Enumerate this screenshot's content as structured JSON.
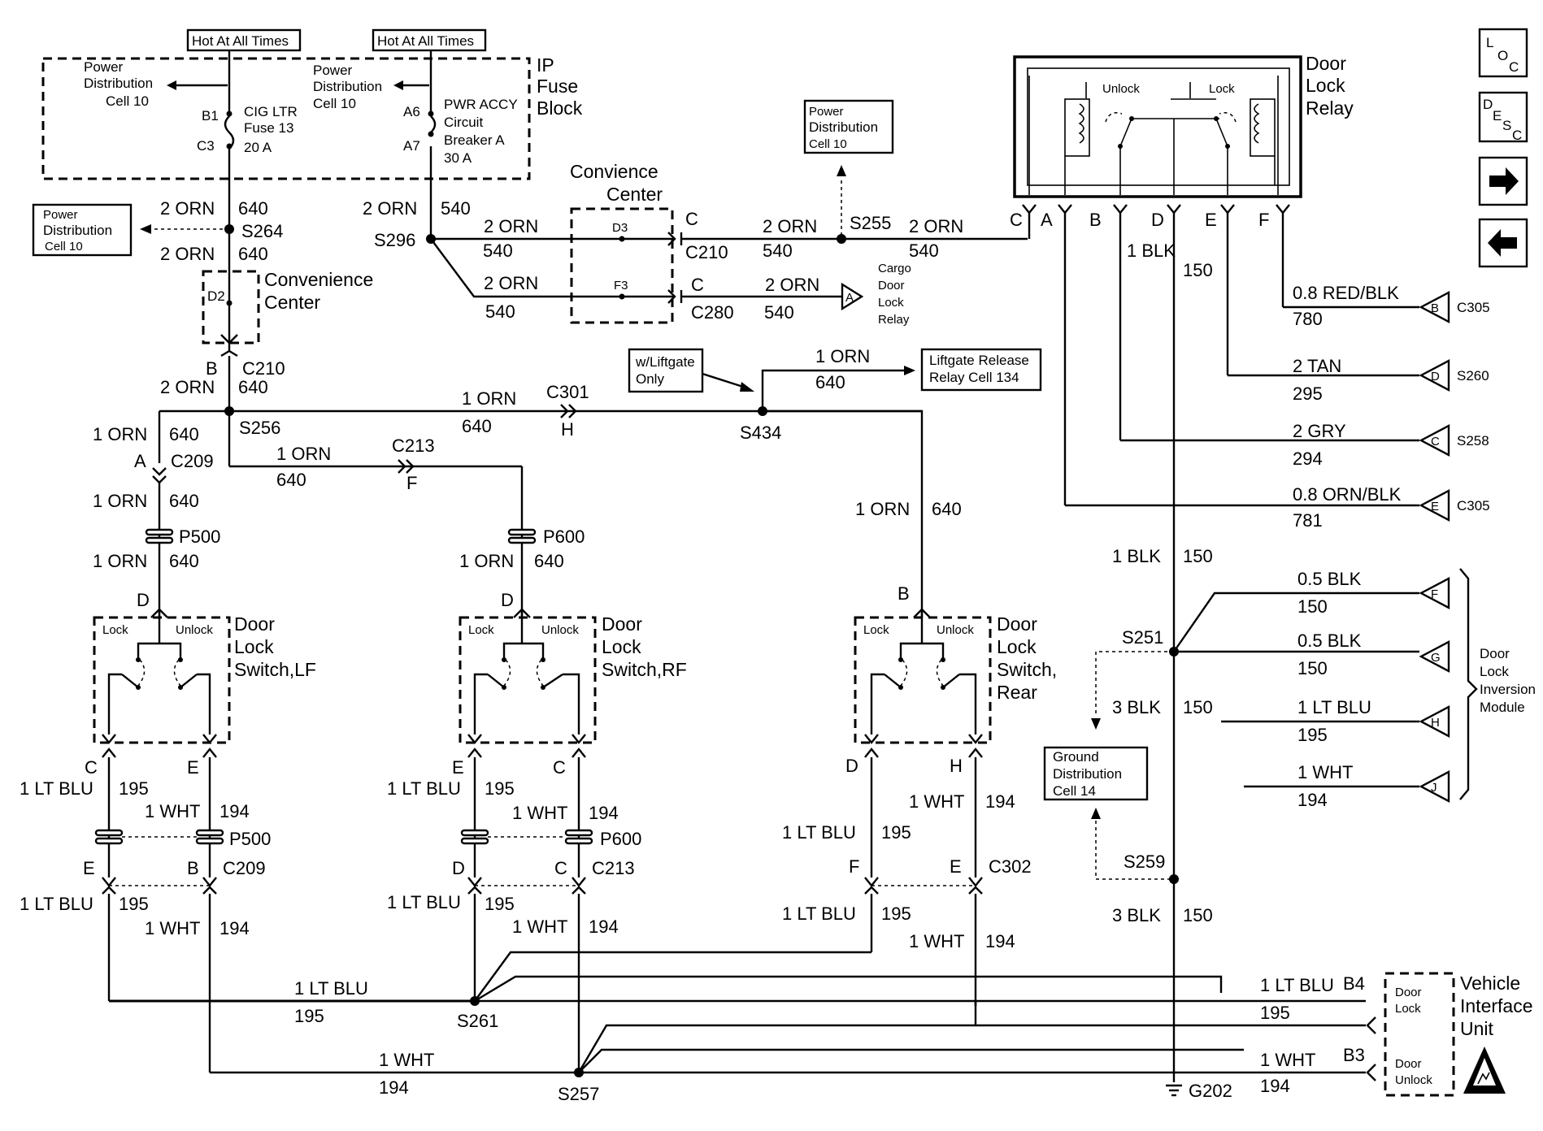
{
  "hot": [
    "Hot At All Times",
    "Hot At All Times"
  ],
  "pd1": [
    "Power",
    "Distribution",
    "Cell 10"
  ],
  "pd2": [
    "Power",
    "Distribution",
    "Cell 10"
  ],
  "pd3": [
    "Power",
    "Distribution",
    "Cell 10"
  ],
  "pd4": [
    "Power",
    "Distribution",
    "Cell 10"
  ],
  "fuse": [
    "CIG LTR",
    "Fuse 13",
    "20 A"
  ],
  "cb": [
    "PWR ACCY",
    "Circuit",
    "Breaker A",
    "30 A"
  ],
  "ipfuse": [
    "IP",
    "Fuse",
    "Block"
  ],
  "conv1": [
    "Convenience",
    "Center"
  ],
  "conv2": [
    "Convience",
    "Center"
  ],
  "cargo": [
    "Cargo",
    "Door",
    "Lock",
    "Relay"
  ],
  "liftonly": [
    "w/Liftgate",
    "Only"
  ],
  "liftrelay": [
    "Liftgate Release",
    "Relay Cell 134"
  ],
  "ground": [
    "Ground",
    "Distribution",
    "Cell 14"
  ],
  "relay": {
    "title": [
      "Door",
      "Lock",
      "Relay"
    ],
    "unlock": "Unlock",
    "lock": "Lock"
  },
  "swlf": [
    "Door",
    "Lock",
    "Switch,LF"
  ],
  "swrf": [
    "Door",
    "Lock",
    "Switch,RF"
  ],
  "swrear": [
    "Door",
    "Lock",
    "Switch,",
    "Rear"
  ],
  "sw_lock": "Lock",
  "sw_unlock": "Unlock",
  "dlim": [
    "Door",
    "Lock",
    "Inversion",
    "Module"
  ],
  "viu": [
    "Vehicle",
    "Interface",
    "Unit"
  ],
  "viu_lock": [
    "Door",
    "Lock"
  ],
  "viu_unlock": [
    "Door",
    "Unlock"
  ],
  "nav": {
    "loc": [
      "L",
      "O",
      "C"
    ],
    "desc": [
      "D",
      "E",
      "S",
      "C"
    ]
  },
  "wires": {
    "orn2": "2 ORN",
    "orn1": "1 ORN",
    "c640": "640",
    "c540": "540",
    "blk1": "1 BLK",
    "blk3": "3 BLK",
    "c150": "150",
    "ltblu": "1 LT BLU",
    "c195": "195",
    "wht": "1 WHT",
    "c194": "194",
    "redblk": "0.8 RED/BLK",
    "c780": "780",
    "tan": "2 TAN",
    "c295": "295",
    "gry": "2 GRY",
    "c294": "294",
    "ornblk": "0.8 ORN/BLK",
    "c781": "781",
    "blk05": "0.5 BLK"
  },
  "splices": {
    "s264": "S264",
    "s296": "S296",
    "s255": "S255",
    "s256": "S256",
    "s434": "S434",
    "s251": "S251",
    "s259": "S259",
    "s261": "S261",
    "s257": "S257",
    "g202": "G202"
  },
  "conns": {
    "c210": "C210",
    "c280": "C280",
    "c209": "C209",
    "c301": "C301",
    "c213": "C213",
    "c302": "C302",
    "p500": "P500",
    "p600": "P600",
    "c305": "C305",
    "s260": "S260",
    "s258": "S258"
  },
  "pins": {
    "B1": "B1",
    "C3": "C3",
    "A6": "A6",
    "A7": "A7",
    "D2": "D2",
    "D3": "D3",
    "F3": "F3",
    "A": "A",
    "B": "B",
    "C": "C",
    "D": "D",
    "E": "E",
    "F": "F",
    "G": "G",
    "H": "H",
    "J": "J",
    "B3": "B3",
    "B4": "B4"
  }
}
